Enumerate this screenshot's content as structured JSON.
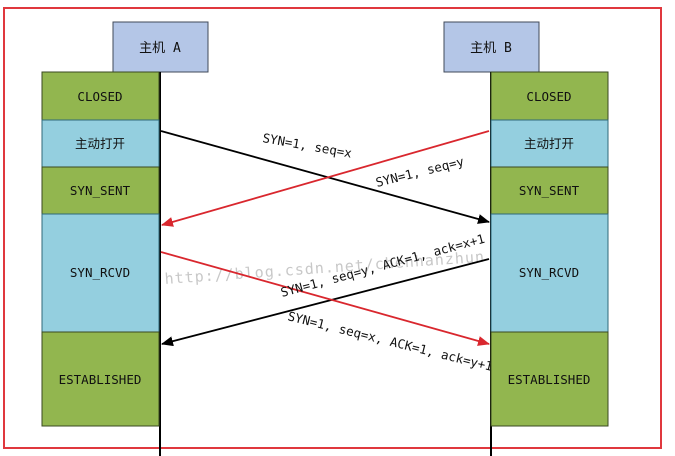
{
  "hosts": {
    "a_label": "主机 A",
    "b_label": "主机 B"
  },
  "states_a": {
    "closed": "CLOSED",
    "active_open": "主动打开",
    "syn_sent": "SYN_SENT",
    "syn_rcvd": "SYN_RCVD",
    "established": "ESTABLISHED"
  },
  "states_b": {
    "closed": "CLOSED",
    "active_open": "主动打开",
    "syn_sent": "SYN_SENT",
    "syn_rcvd": "SYN_RCVD",
    "established": "ESTABLISHED"
  },
  "messages": {
    "a_to_b_syn": "SYN=1, seq=x",
    "b_to_a_syn": "SYN=1, seq=y",
    "b_to_a_synack": "SYN=1, seq=y, ACK=1, ack=x+1",
    "a_to_b_synack": "SYN=1, seq=x, ACK=1, ack=y+1"
  },
  "colors": {
    "frame": "#e0383e",
    "host_box": "#b4c6e7",
    "state_green": "#92b64f",
    "state_blue": "#94cfdf",
    "arrow_black": "#000000",
    "arrow_red": "#d9272e"
  },
  "watermark": "http://blog.csdn.net/chenhanzhun"
}
